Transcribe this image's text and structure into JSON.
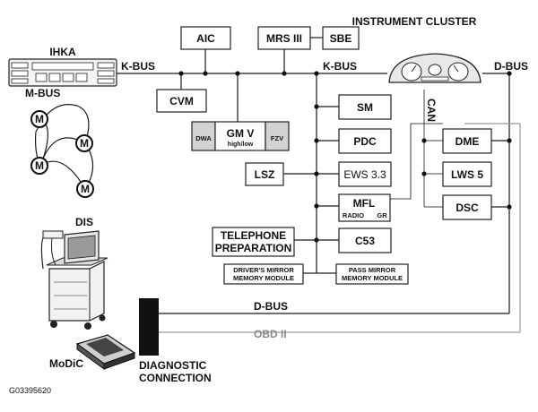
{
  "modules": {
    "aic": "AIC",
    "mrs": "MRS III",
    "sbe": "SBE",
    "cvm": "CVM",
    "ihka": "IHKA",
    "gmv": "GM V",
    "gmv_sub": "high/low",
    "dwa": "DWA",
    "fzv": "FZV",
    "lsz": "LSZ",
    "sm": "SM",
    "pdc": "PDC",
    "ews": "EWS 3.3",
    "mfl": "MFL",
    "mfl_radio": "RADIO",
    "mfl_gr": "GR",
    "tel_line1": "TELEPHONE",
    "tel_line2": "PREPARATION",
    "c53": "C53",
    "drv_mirror_line1": "DRIVER'S MIRROR",
    "drv_mirror_line2": "MEMORY MODULE",
    "pass_mirror_line1": "PASS MIRROR",
    "pass_mirror_line2": "MEMORY MODULE",
    "dme": "DME",
    "lws": "LWS 5",
    "dsc": "DSC",
    "motor": "M"
  },
  "buses": {
    "kbus_left": "K-BUS",
    "kbus_right": "K-BUS",
    "mbus": "M-BUS",
    "dbus_top": "D-BUS",
    "dbus_bottom": "D-BUS",
    "can": "CAN",
    "obd": "OBD II"
  },
  "labels": {
    "instrument_cluster": "INSTRUMENT CLUSTER",
    "dis": "DIS",
    "modic": "MoDiC",
    "diag_line1": "DIAGNOSTIC",
    "diag_line2": "CONNECTION",
    "figure_code": "G03395620"
  },
  "colors": {
    "line": "#1a1a1a",
    "obd_line": "#9a9a9a",
    "gmv_side": "#d3d3d3",
    "connector": "#111111"
  }
}
